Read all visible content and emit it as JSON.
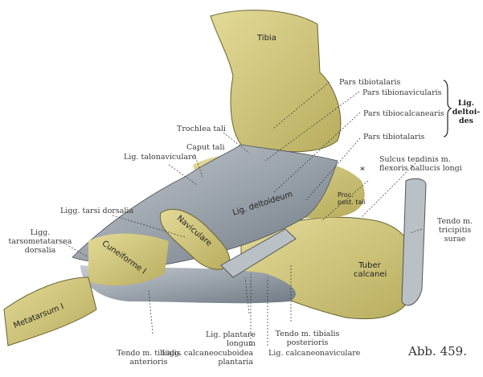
{
  "figure_number": "Abb. 459.",
  "colors": {
    "bone": "#d9cf86",
    "ligament": "#9aa3ab",
    "line": "#333333"
  },
  "bone_labels": {
    "tibia": "Tibia",
    "lig_deltoideum": "Lig. deltoideum",
    "proc_post_tali": "Proc. post. tali",
    "naviculare": "Naviculare",
    "cuneiforme": "Cuneiforme I",
    "metatarsum": "Metatarsum I",
    "tuber_calcanei": "Tuber calcanei"
  },
  "labels": {
    "pars_tibiotalaris_1": "Pars tibiotalaris",
    "pars_tibionavicularis": "Pars tibionavicularis",
    "pars_tibiocalcanearis": "Pars tibiocalcanearis",
    "pars_tibiotalaris_2": "Pars tibiotalaris",
    "lig_deltoides": "Lig. deltoi- des",
    "trochlea_tali": "Trochlea tali",
    "caput_tali": "Caput tali",
    "lig_talonaviculare": "Lig. talonaviculare",
    "sulcus": "Sulcus tendinis m. flexoris hallucis longi",
    "asterisk": "*",
    "ligg_tarsi_dorsalia": "Ligg. tarsi dorsalia",
    "ligg_tarsometatarsea": "Ligg. tarsometatarsea dorsalia",
    "tendo_triceps": "Tendo m. tricipitis surae",
    "lig_plantare_longum": "Lig. plantare longum",
    "ligg_calcaneocuboidea": "Ligg. calcaneocuboidea plantaria",
    "tendo_tib_post": "Tendo m. tibialis posterioris",
    "lig_calcaneonaviculare": "Lig. calcaneonaviculare",
    "tendo_tib_ant": "Tendo m. tibialis anterioris"
  }
}
